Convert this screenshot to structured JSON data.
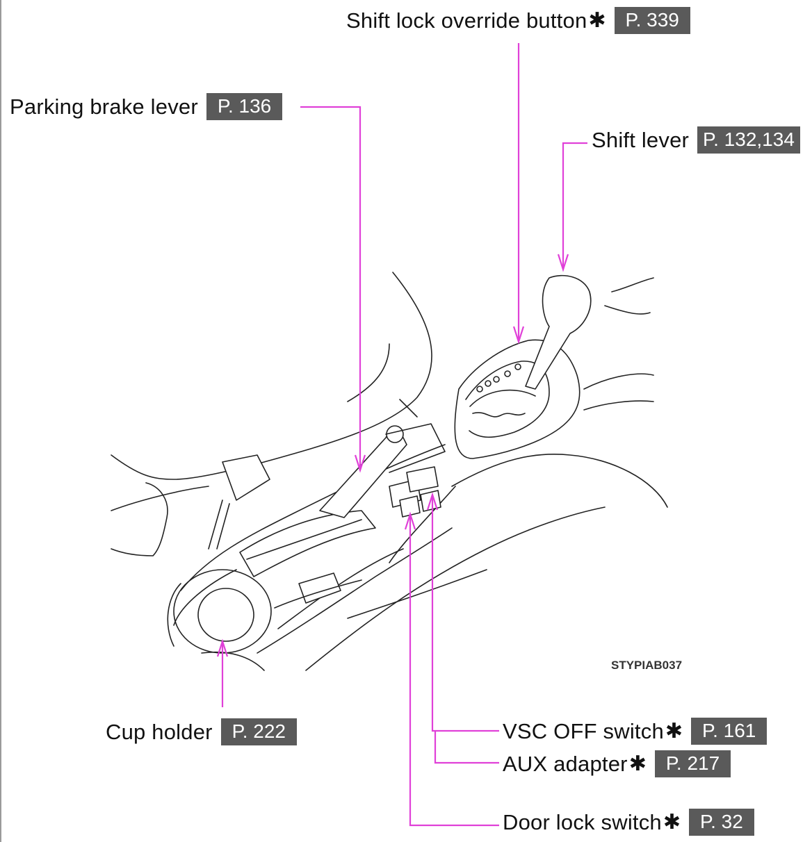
{
  "figure_code": "STYPIAB037",
  "callouts": [
    {
      "id": "shift-lock-override-button",
      "label": "Shift lock override button",
      "asterisk": "✱",
      "page": "P. 339"
    },
    {
      "id": "parking-brake-lever",
      "label": "Parking brake lever",
      "asterisk": "",
      "page": "P. 136"
    },
    {
      "id": "shift-lever",
      "label": "Shift lever",
      "asterisk": "",
      "page": "P. 132,134"
    },
    {
      "id": "cup-holder",
      "label": "Cup holder",
      "asterisk": "",
      "page": "P. 222"
    },
    {
      "id": "vsc-off-switch",
      "label": "VSC OFF switch",
      "asterisk": "✱",
      "page": "P. 161"
    },
    {
      "id": "aux-adapter",
      "label": "AUX adapter",
      "asterisk": "✱",
      "page": "P. 217"
    },
    {
      "id": "door-lock-switch",
      "label": "Door lock switch",
      "asterisk": "✱",
      "page": "P. 32"
    }
  ],
  "colors": {
    "leader": "#e040d8",
    "page_badge": "#5a5a5a"
  }
}
